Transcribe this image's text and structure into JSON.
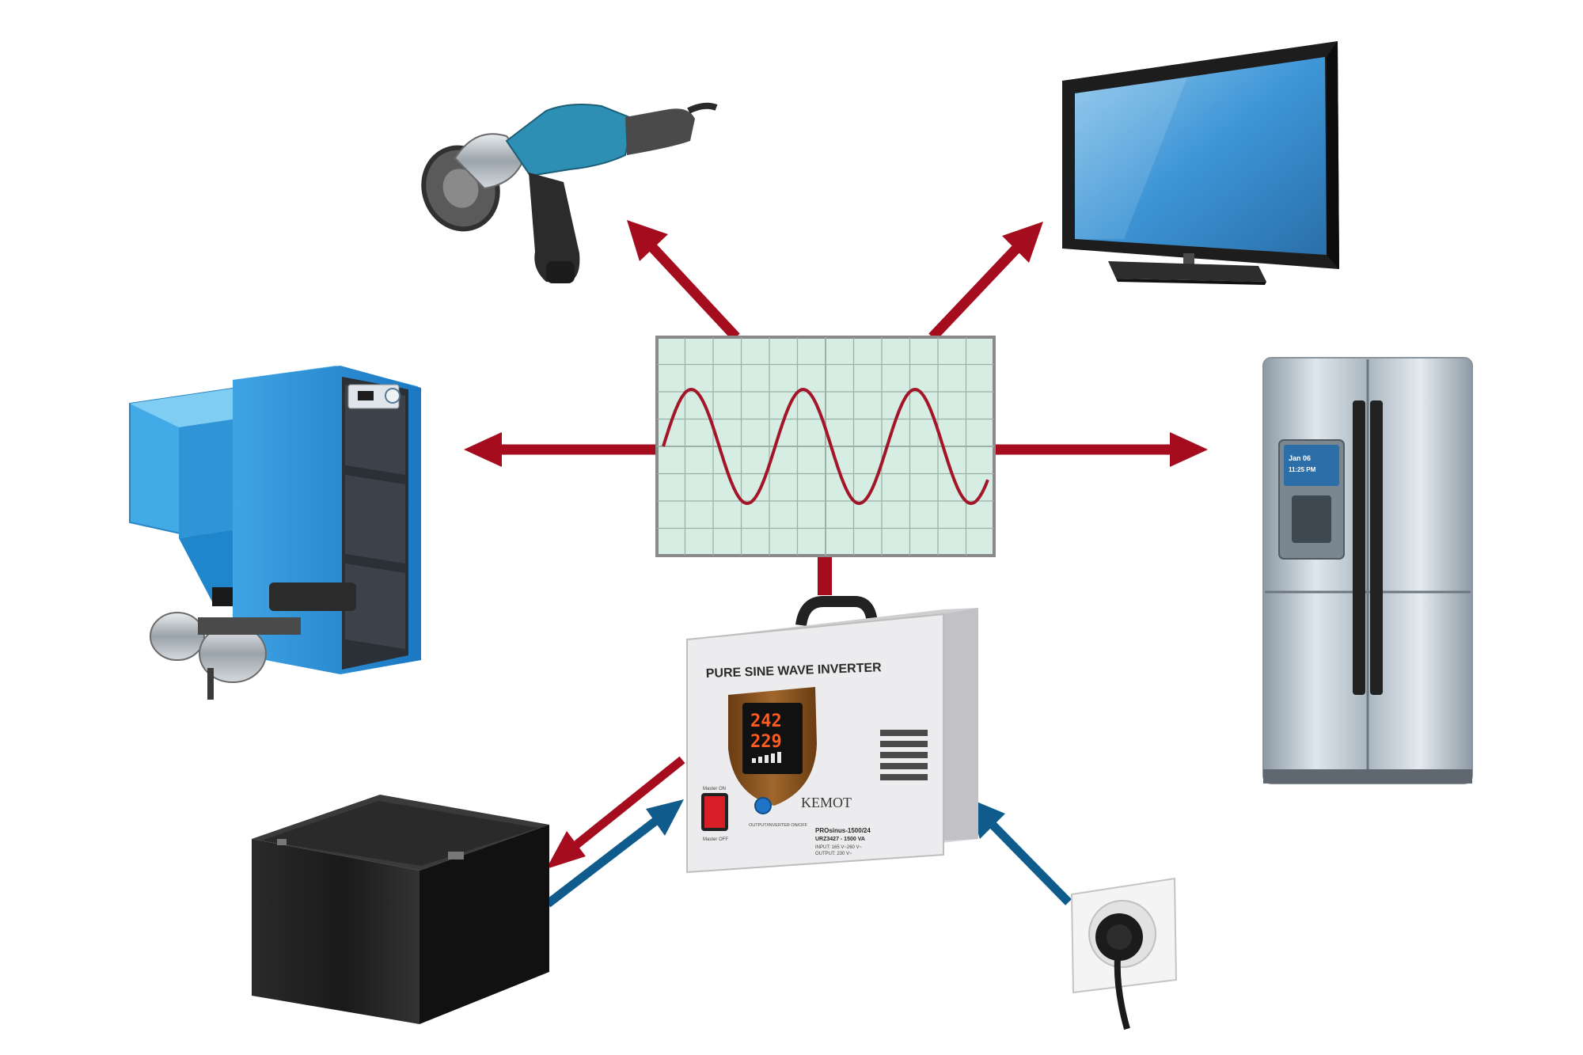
{
  "colors": {
    "arrow_output": "#a50d1e",
    "arrow_input": "#0e5b8c",
    "scope_bg": "#d6ede3",
    "scope_grid": "#9bb0a6",
    "sine": "#a3162a"
  },
  "inverter": {
    "headline": "PURE SINE WAVE INVERTER",
    "reading_top": "242",
    "reading_bottom": "229",
    "brand": "KEMOT",
    "switch_label_top": "Master ON",
    "switch_label_bottom": "Master OFF",
    "button_label": "OUTPUT/INVERTER ON/OFF",
    "model_name": "PROsinus-1500/24",
    "model_code": "URZ3427 - 1500 VA",
    "spec_input": "INPUT: 165 V~260 V~",
    "spec_output": "OUTPUT: 230 V~"
  },
  "fridge": {
    "screen_date": "Jan 06",
    "screen_time": "11:25 PM"
  },
  "icons": {
    "center": "oscilloscope-sine-wave",
    "source": "inverter-unit",
    "loads": [
      "angle-grinder-icon",
      "television-icon",
      "pellet-boiler-icon",
      "refrigerator-icon"
    ],
    "storage": "battery-icon",
    "mains": "wall-socket-plug-icon"
  }
}
